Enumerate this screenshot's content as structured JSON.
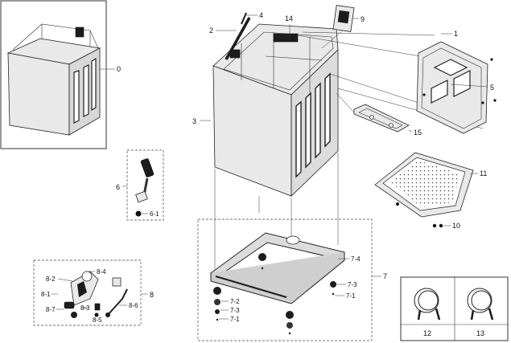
{
  "callouts": {
    "c0": "0",
    "c1": "1",
    "c2": "2",
    "c3": "3",
    "c4": "4",
    "c5": "5",
    "c6": "6",
    "c6_1": "6-1",
    "c7": "7",
    "c7_1a": "7-1",
    "c7_1b": "7-1",
    "c7_2": "7-2",
    "c7_3a": "7-3",
    "c7_3b": "7-3",
    "c7_4": "7-4",
    "c8": "8",
    "c8_1": "8-1",
    "c8_2": "8-2",
    "c8_3": "8-3",
    "c8_4": "8-4",
    "c8_5": "8-5",
    "c8_6": "8-6",
    "c8_7": "8-7",
    "c9": "9",
    "c10": "10",
    "c11": "11",
    "c12": "12",
    "c13": "13",
    "c14": "14",
    "c15": "15"
  },
  "colors": {
    "line": "#222222",
    "fill": "#e9e9e9",
    "dark": "#1c1c1c"
  }
}
